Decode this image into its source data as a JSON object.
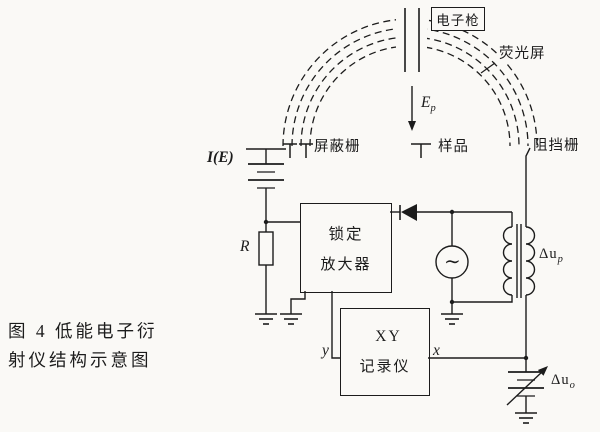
{
  "colors": {
    "ink": "#1c1c1c",
    "paper": "#faf9f6"
  },
  "caption": {
    "line1": "图 4  低能电子衍",
    "line2": "射仪结构示意图"
  },
  "diagram": {
    "labels": {
      "electron_gun": "电子枪",
      "fluorescent_screen": "荧光屏",
      "shield_grid": "屏蔽栅",
      "sample": "样品",
      "retarding_grid": "阻挡栅",
      "beam_current": "I(E)",
      "resistor": "R",
      "lockin_line1": "锁定",
      "lockin_line2": "放大器",
      "oscillator": "∼",
      "recorder_line1": "XY",
      "recorder_line2": "记录仪",
      "axis_y": "y",
      "axis_x": "x",
      "ep": {
        "base": "E",
        "sub": "p"
      },
      "delta_up": {
        "base": "Δu",
        "sub": "p"
      },
      "delta_uo": {
        "base": "Δu",
        "sub": "o"
      }
    }
  }
}
